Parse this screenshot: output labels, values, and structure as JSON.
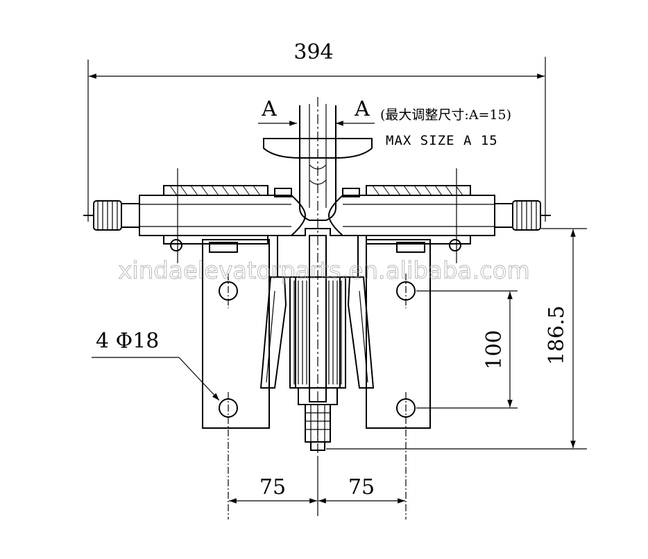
{
  "dimensions": {
    "overall_width": "394",
    "height_total": "186.5",
    "hole_spacing": "100",
    "left_offset": "75",
    "right_offset": "75"
  },
  "annotations": {
    "section_left": "A",
    "section_right": "A",
    "note_cn": "(最大调整尺寸:A=15)",
    "note_en": "MAX SIZE A 15",
    "hole_callout": "4 Φ18"
  },
  "watermark": "xindaelevatorparts.en.alibaba.com"
}
